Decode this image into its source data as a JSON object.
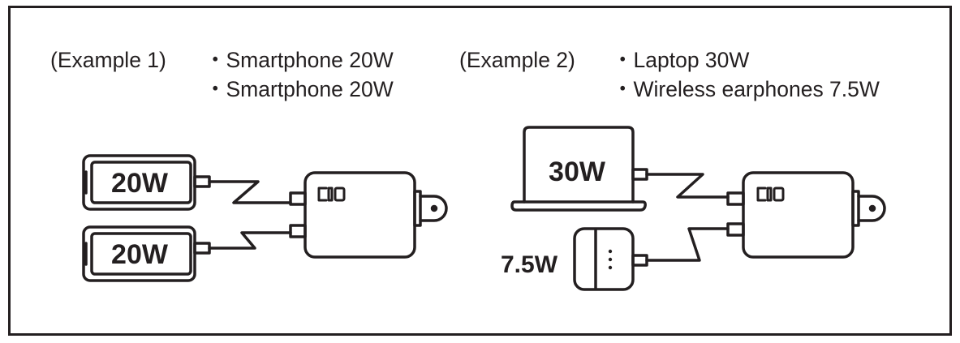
{
  "colors": {
    "ink": "#231f20",
    "background": "#ffffff"
  },
  "example1": {
    "heading": "(Example 1)",
    "items": [
      "・Smartphone 20W",
      "・Smartphone 20W"
    ],
    "devices": [
      {
        "type": "smartphone",
        "wattage": "20W"
      },
      {
        "type": "smartphone",
        "wattage": "20W"
      }
    ],
    "charger_icon": "charger-logo-icon"
  },
  "example2": {
    "heading": "(Example 2)",
    "items": [
      "・Laptop 30W",
      "・Wireless earphones 7.5W"
    ],
    "devices": [
      {
        "type": "laptop",
        "wattage": "30W"
      },
      {
        "type": "earphones-case",
        "wattage": "7.5W"
      }
    ],
    "charger_icon": "charger-logo-icon"
  }
}
